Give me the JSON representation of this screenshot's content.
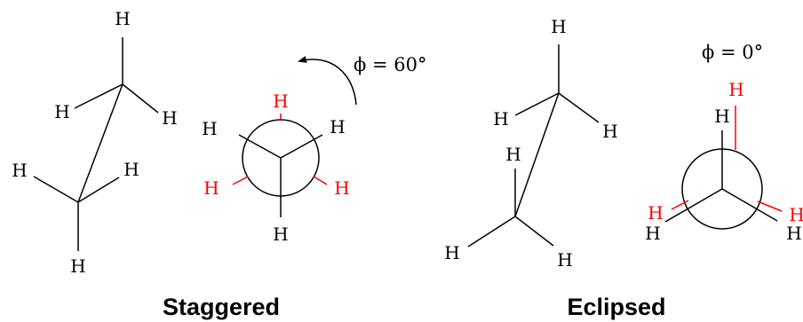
{
  "colors": {
    "bond": "#000000",
    "front_atom": "#000000",
    "highlight": "#ff0000"
  },
  "atom_symbol": "H",
  "staggered": {
    "caption": "Staggered",
    "angle_label": "ϕ = 60°"
  },
  "eclipsed": {
    "caption": "Eclipsed",
    "angle_label": "ϕ = 0°"
  }
}
